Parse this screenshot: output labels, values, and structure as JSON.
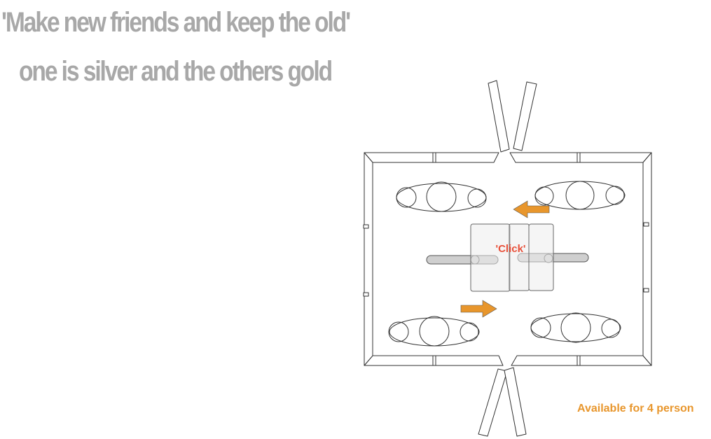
{
  "quote": {
    "line1": "'Make new friends and keep the old'",
    "line2": "one is  silver and the others gold"
  },
  "diagram": {
    "click_label": "'Click'",
    "availability": "Available for 4 person",
    "colors": {
      "outline": "#333333",
      "arrow": "#e8962c",
      "click_text": "#e8503a",
      "caption": "#e8962c",
      "quote_text": "#a8a8a8",
      "rail": "#cfcfcf",
      "door_panel": "#ececec"
    }
  }
}
